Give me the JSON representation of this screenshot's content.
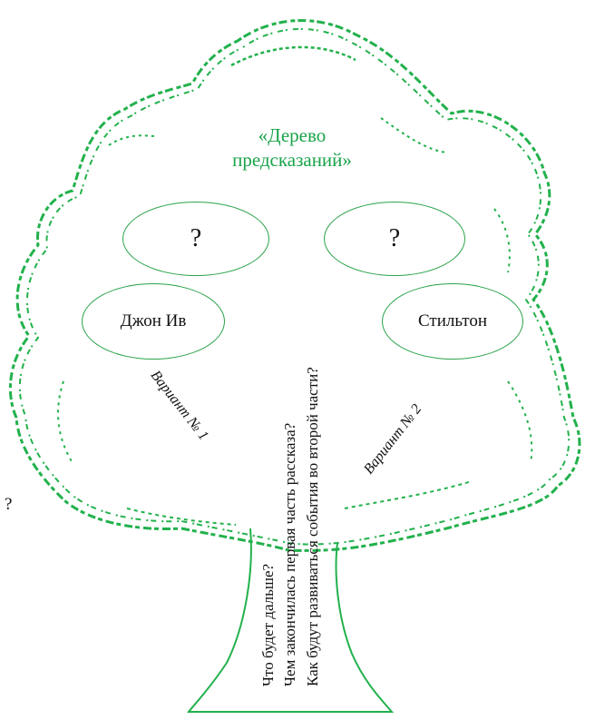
{
  "title": {
    "line1": "«Дерево",
    "line2": "предсказаний»"
  },
  "ovals": {
    "left_question": "?",
    "right_question": "?",
    "left_name": "Джон Ив",
    "right_name": "Стильтон"
  },
  "variants": {
    "left": "Вариант № 1",
    "right": "Вариант № 2"
  },
  "trunk": {
    "line1": "Что будет дальше?",
    "line2": "Чем закончилась первая часть рассказа?",
    "line3": "Как будут развиваться события во второй части?"
  },
  "stray_mark": "?",
  "colors": {
    "foliage": "#22b14c",
    "title": "#19a34a",
    "text": "#111111"
  }
}
